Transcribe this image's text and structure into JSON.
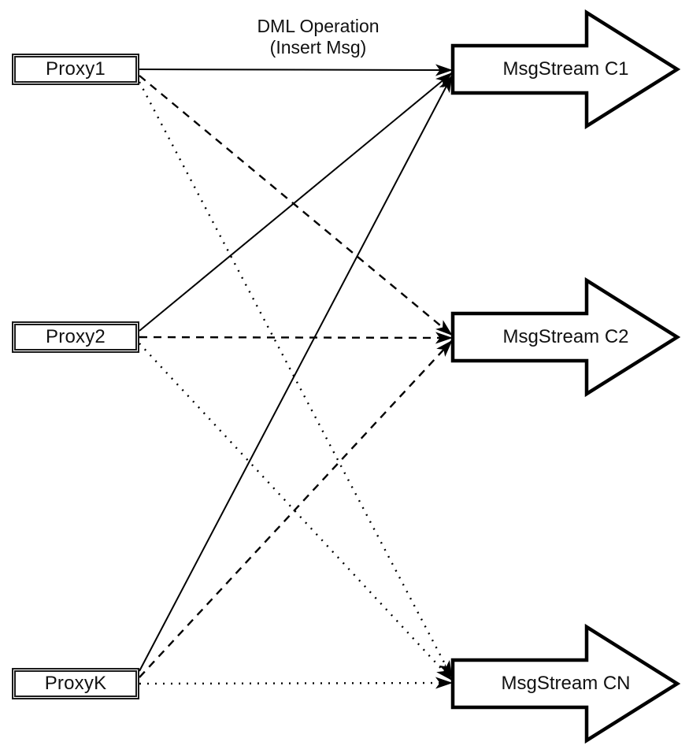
{
  "diagram": {
    "title_label": {
      "line1": "DML Operation",
      "line2": "(Insert Msg)"
    },
    "proxies": [
      {
        "id": "proxy1",
        "label": "Proxy1"
      },
      {
        "id": "proxy2",
        "label": "Proxy2"
      },
      {
        "id": "proxyK",
        "label": "ProxyK"
      }
    ],
    "streams": [
      {
        "id": "c1",
        "label": "MsgStream C1"
      },
      {
        "id": "c2",
        "label": "MsgStream C2"
      },
      {
        "id": "cn",
        "label": "MsgStream CN"
      }
    ],
    "edges": [
      {
        "from": "proxy1",
        "to": "c1",
        "style": "solid"
      },
      {
        "from": "proxy1",
        "to": "c2",
        "style": "dashed"
      },
      {
        "from": "proxy1",
        "to": "cn",
        "style": "dotted"
      },
      {
        "from": "proxy2",
        "to": "c1",
        "style": "solid"
      },
      {
        "from": "proxy2",
        "to": "c2",
        "style": "dashed"
      },
      {
        "from": "proxy2",
        "to": "cn",
        "style": "dotted"
      },
      {
        "from": "proxyK",
        "to": "c1",
        "style": "solid"
      },
      {
        "from": "proxyK",
        "to": "c2",
        "style": "dashed"
      },
      {
        "from": "proxyK",
        "to": "cn",
        "style": "dotted"
      }
    ],
    "colors": {
      "line": "#000000",
      "shape_fill": "#ffffff",
      "shape_stroke": "#000000",
      "text": "#111111",
      "background": "#ffffff"
    }
  }
}
